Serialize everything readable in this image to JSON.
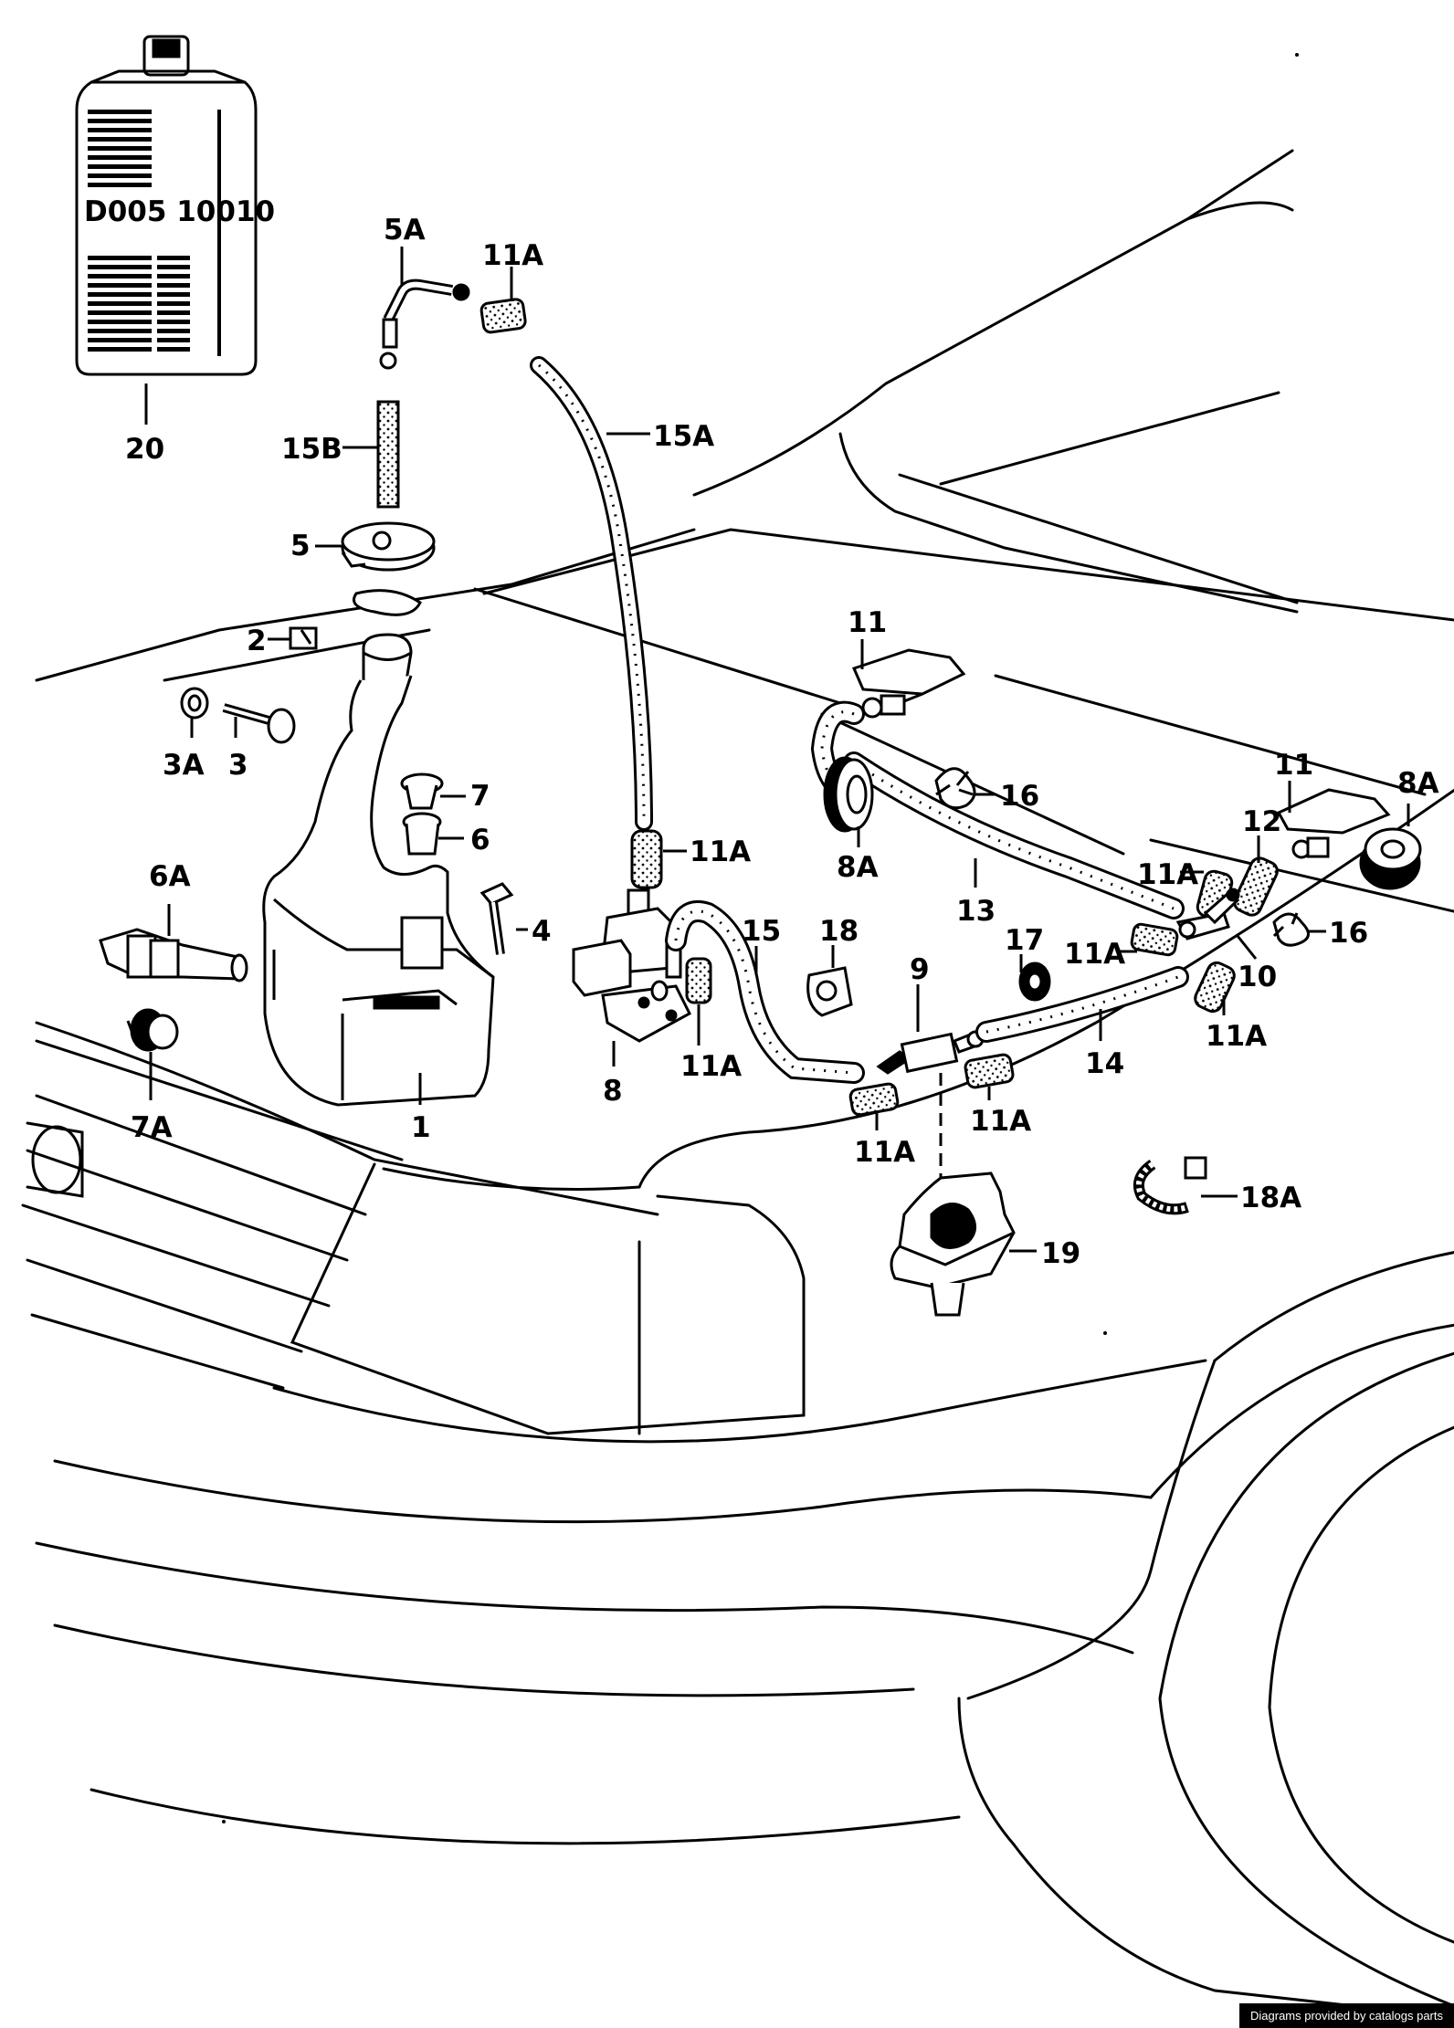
{
  "bottle": {
    "code": "D005 10010"
  },
  "labels": {
    "l1": "1",
    "l2": "2",
    "l3": "3",
    "l3A": "3A",
    "l4": "4",
    "l5": "5",
    "l5A": "5A",
    "l6": "6",
    "l6A": "6A",
    "l7": "7",
    "l7A": "7A",
    "l8": "8",
    "l8A_left": "8A",
    "l8A_right": "8A",
    "l9": "9",
    "l10": "10",
    "l11_left": "11",
    "l11_right": "11",
    "l11A_top": "11A",
    "l11A_midhose": "11A",
    "l11A_pump": "11A",
    "l11A_right1": "11A",
    "l11A_right2": "11A",
    "l11A_right3": "11A",
    "l11A_bottom1": "11A",
    "l11A_bottom2": "11A",
    "l12": "12",
    "l13": "13",
    "l14": "14",
    "l15": "15",
    "l15A": "15A",
    "l15B": "15B",
    "l16_top": "16",
    "l16_right": "16",
    "l17": "17",
    "l18": "18",
    "l18A": "18A",
    "l19": "19",
    "l20": "20"
  },
  "credit": "Diagrams provided by catalogs parts"
}
